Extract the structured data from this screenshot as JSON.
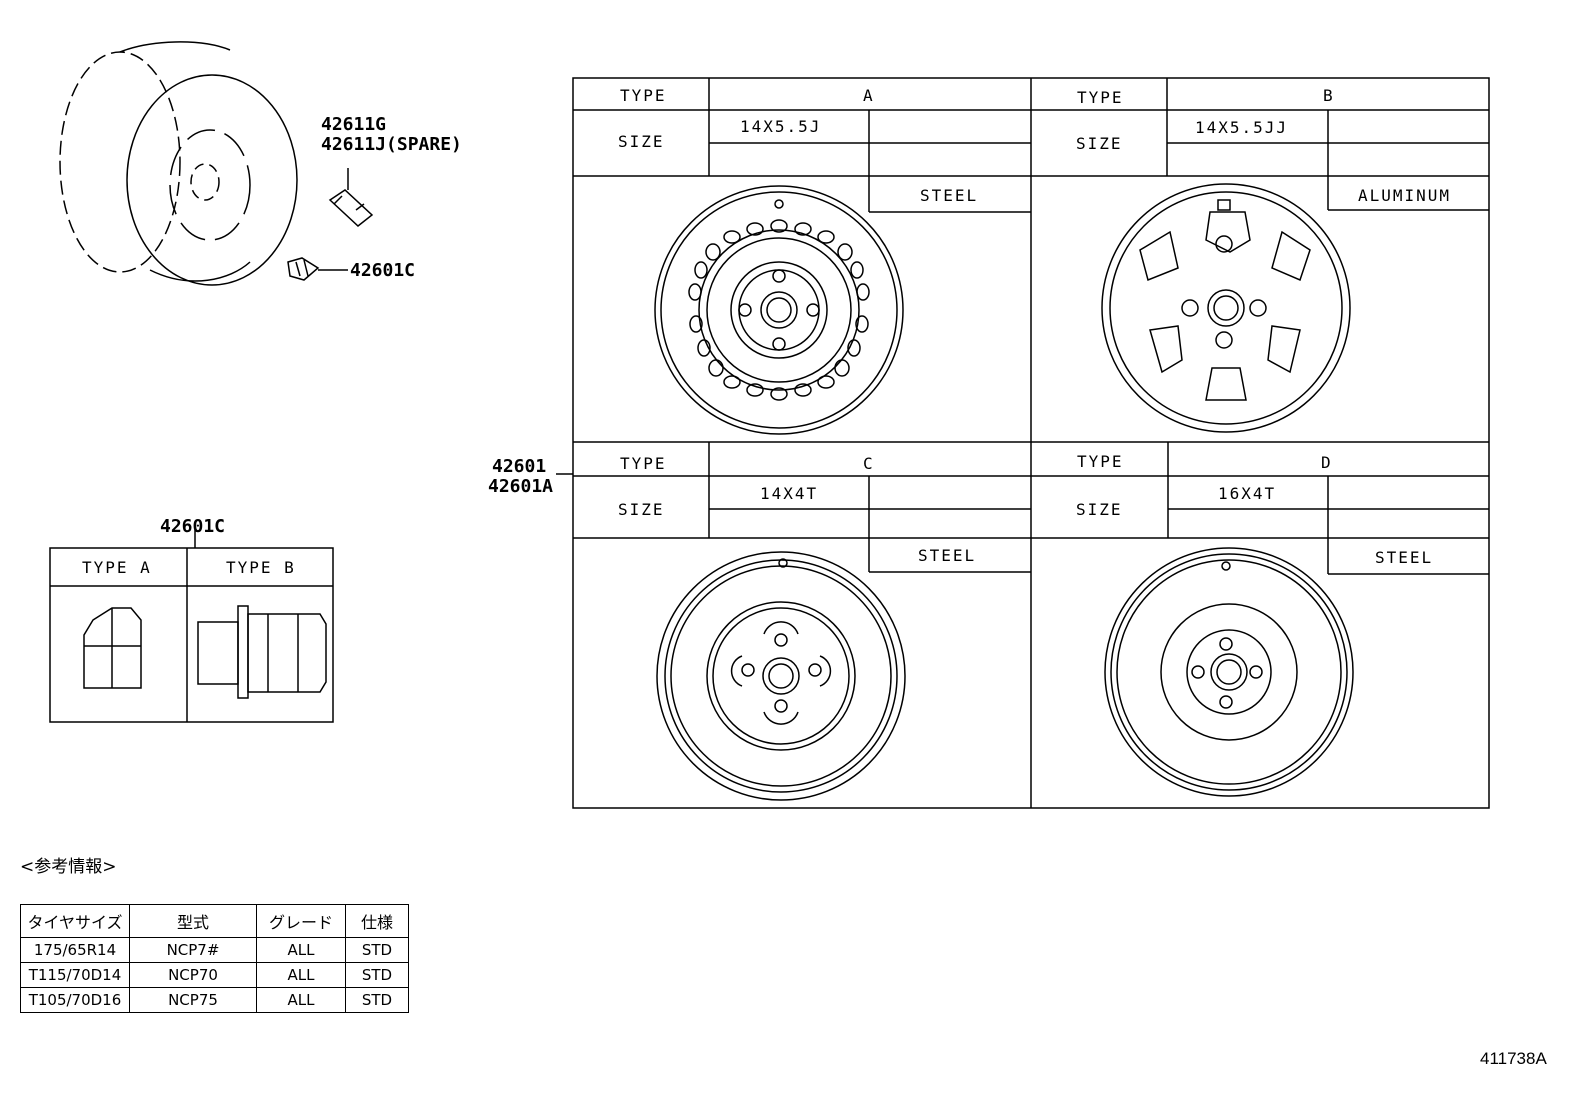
{
  "callouts": {
    "valve_main": "42611G",
    "valve_spare": "42611J(SPARE)",
    "nut_side": "42601C",
    "wheel_main": "42601",
    "wheel_alt": "42601A",
    "nut_table_title": "42601C",
    "diagram_id": "411738A"
  },
  "nut_table": {
    "type_a": "TYPE A",
    "type_b": "TYPE B"
  },
  "wheel_table": {
    "type_label": "TYPE",
    "size_label": "SIZE",
    "wheels": [
      {
        "type": "A",
        "size": "14X5.5J",
        "material": "STEEL"
      },
      {
        "type": "B",
        "size": "14X5.5JJ",
        "material": "ALUMINUM"
      },
      {
        "type": "C",
        "size": "14X4T",
        "material": "STEEL"
      },
      {
        "type": "D",
        "size": "16X4T",
        "material": "STEEL"
      }
    ]
  },
  "reference": {
    "title": "<参考情報>",
    "headers": [
      "タイヤサイズ",
      "型式",
      "グレード",
      "仕様"
    ],
    "rows": [
      [
        "175/65R14",
        "NCP7#",
        "ALL",
        "STD"
      ],
      [
        "T115/70D14",
        "NCP70",
        "ALL",
        "STD"
      ],
      [
        "T105/70D16",
        "NCP75",
        "ALL",
        "STD"
      ]
    ]
  }
}
